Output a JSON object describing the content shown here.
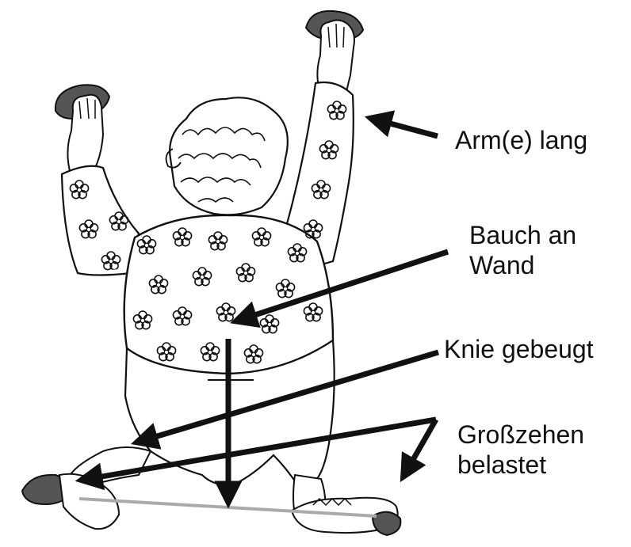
{
  "labels": {
    "arm": "Arm(e) lang",
    "bauch_line1": "Bauch an",
    "bauch_line2": "Wand",
    "knie": "Knie gebeugt",
    "zehen_line1": "Großzehen",
    "zehen_line2": "belastet"
  },
  "colors": {
    "ink": "#111111",
    "hold": "#555555",
    "floor_line": "#aaaaaa"
  },
  "icons": {
    "figure": "climber-woman-back-view-illustration"
  }
}
